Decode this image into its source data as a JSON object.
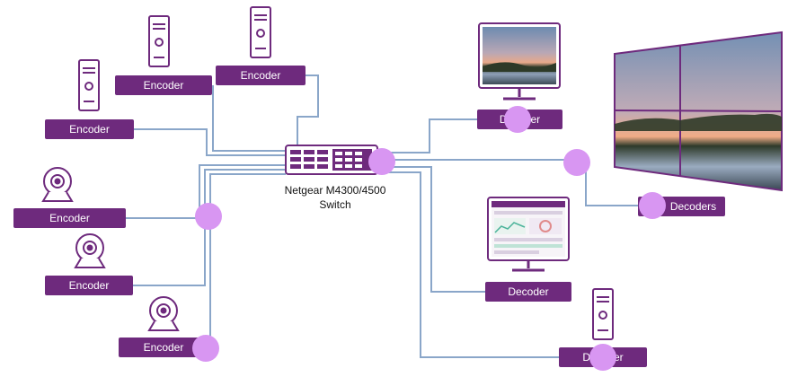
{
  "diagram": {
    "switch": {
      "name_line1": "Netgear M4300/4500",
      "name_line2": "Switch"
    },
    "encoders": [
      {
        "label": "Encoder",
        "icon": "server-tower-icon"
      },
      {
        "label": "Encoder",
        "icon": "server-tower-icon"
      },
      {
        "label": "Encoder",
        "icon": "server-tower-icon"
      },
      {
        "label": "Encoder",
        "icon": "webcam-icon"
      },
      {
        "label": "Encoder",
        "icon": "webcam-icon"
      },
      {
        "label": "Encoder",
        "icon": "webcam-icon"
      }
    ],
    "decoders": [
      {
        "label": "Decoder",
        "icon": "monitor-landscape-icon"
      },
      {
        "label": "Decoders",
        "icon": "video-wall-icon"
      },
      {
        "label": "Decoder",
        "icon": "monitor-dashboard-icon"
      },
      {
        "label": "Decoder",
        "icon": "server-tower-icon"
      }
    ]
  },
  "colors": {
    "label_bg": "#6e2a7d",
    "label_text": "#ffffff",
    "connector_line": "#8aa6c9",
    "highlight_dot": "#d896f2",
    "device_outline": "#6e2a7d"
  }
}
